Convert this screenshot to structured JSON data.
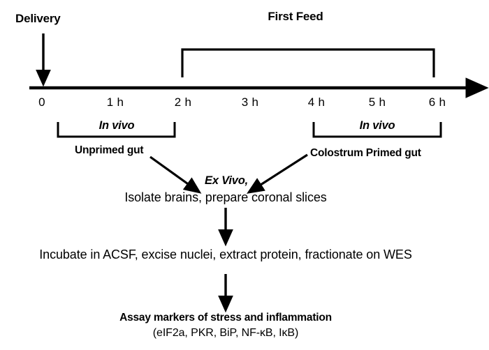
{
  "figure": {
    "type": "experimental-timeline-flowchart",
    "ink_color": "#000000",
    "background": "#ffffff"
  },
  "timeline": {
    "delivery_label": "Delivery",
    "first_feed_label": "First Feed",
    "axis_start_hour": 0,
    "axis_end_hour": 6,
    "ticks": [
      {
        "label": "0",
        "hour": 0
      },
      {
        "label": "1 h",
        "hour": 1
      },
      {
        "label": "2 h",
        "hour": 2
      },
      {
        "label": "3 h",
        "hour": 3
      },
      {
        "label": "4 h",
        "hour": 4
      },
      {
        "label": "5 h",
        "hour": 5
      },
      {
        "label": "6 h",
        "hour": 6
      }
    ],
    "first_feed_bracket": {
      "from_hour": 2,
      "to_hour": 6
    }
  },
  "groups": {
    "left": {
      "phase_label": "In vivo",
      "name": "Unprimed  gut",
      "bracket": {
        "from_hour": 0,
        "to_hour": 2
      }
    },
    "right": {
      "phase_label": "In vivo",
      "name": "Colostrum Primed gut",
      "bracket": {
        "from_hour": 4,
        "to_hour": 6
      }
    }
  },
  "workflow": {
    "ex_vivo_label": "Ex Vivo,",
    "steps": [
      "Isolate brains, prepare coronal slices",
      "Incubate in ACSF, excise nuclei, extract protein, fractionate on WES"
    ],
    "outcome_title": "Assay markers of stress and inflammation",
    "outcome_markers": "(eIF2a, PKR, BiP, NF-κB, IκB)"
  }
}
